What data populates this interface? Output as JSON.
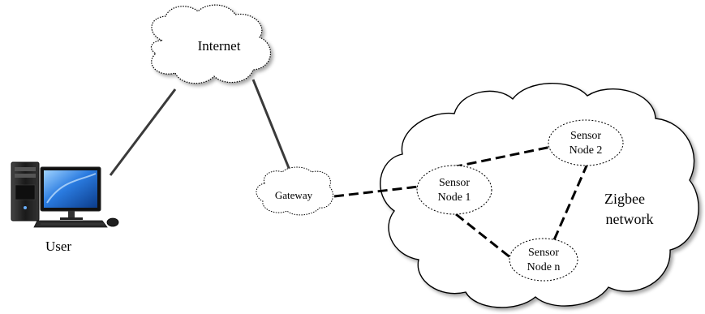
{
  "labels": {
    "internet": "Internet",
    "zigbee_line1": "Zigbee",
    "zigbee_line2": "network",
    "user": "User",
    "gateway": "Gateway",
    "node1_line1": "Sensor",
    "node1_line2": "Node 1",
    "node2_line1": "Sensor",
    "node2_line2": "Node 2",
    "noden_line1": "Sensor",
    "noden_line2": "Node n"
  },
  "icons": {
    "user_device": "desktop-computer-icon"
  },
  "links": [
    {
      "from": "user",
      "to": "internet",
      "style": "solid"
    },
    {
      "from": "internet",
      "to": "gateway",
      "style": "solid"
    },
    {
      "from": "gateway",
      "to": "sensor-node-1",
      "style": "dashed"
    },
    {
      "from": "sensor-node-1",
      "to": "sensor-node-2",
      "style": "dashed"
    },
    {
      "from": "sensor-node-1",
      "to": "sensor-node-n",
      "style": "dashed"
    },
    {
      "from": "sensor-node-2",
      "to": "sensor-node-n",
      "style": "dashed"
    }
  ],
  "colors": {
    "line": "#3a3a3a",
    "cloud_outline": "#000000",
    "monitor_screen": "#1e6fd0",
    "tower": "#222222"
  }
}
